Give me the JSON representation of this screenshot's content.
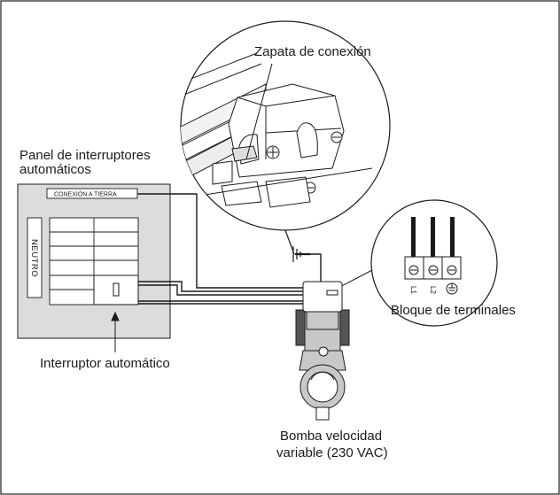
{
  "labels": {
    "zapata": "Zapata de conexión",
    "panel_line1": "Panel de interruptores",
    "panel_line2": "automáticos",
    "conexion_tierra": "CONEXIÓN A TIERRA",
    "neutro": "NEUTRO",
    "interruptor": "Interruptor automático",
    "bloque": "Bloque de terminales",
    "bomba_line1": "Bomba velocidad",
    "bomba_line2": "variable (230 VAC)"
  },
  "terminal_marks": [
    "L1",
    "L2",
    "⏚"
  ],
  "colors": {
    "panel_fill": "#dcdcdc",
    "line": "#1a1a1a",
    "pump_fill": "#c8c8c8",
    "dark_part": "#555555"
  }
}
